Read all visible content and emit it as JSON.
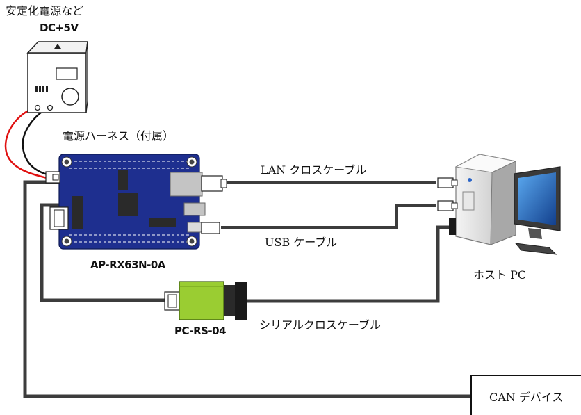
{
  "labels": {
    "power_supply_title": "安定化電源など",
    "power_supply_voltage": "DC+5V",
    "harness": "電源ハーネス（付属）",
    "lan_cable": "LAN クロスケーブル",
    "usb_cable": "USB ケーブル",
    "board_name": "AP-RX63N-0A",
    "host_pc": "ホスト PC",
    "converter_name": "PC-RS-04",
    "serial_cable": "シリアルクロスケーブル",
    "can_device": "CAN デバイス"
  },
  "colors": {
    "cable": "#3c3c3c",
    "board": "#1e2f8f",
    "converter": "#9acd32",
    "harness_red": "#e01010",
    "harness_black": "#111111",
    "monitor_screen": "#1f5fb0"
  },
  "icons": {
    "power_supply": "power-supply-icon",
    "host_pc": "desktop-computer-icon"
  }
}
